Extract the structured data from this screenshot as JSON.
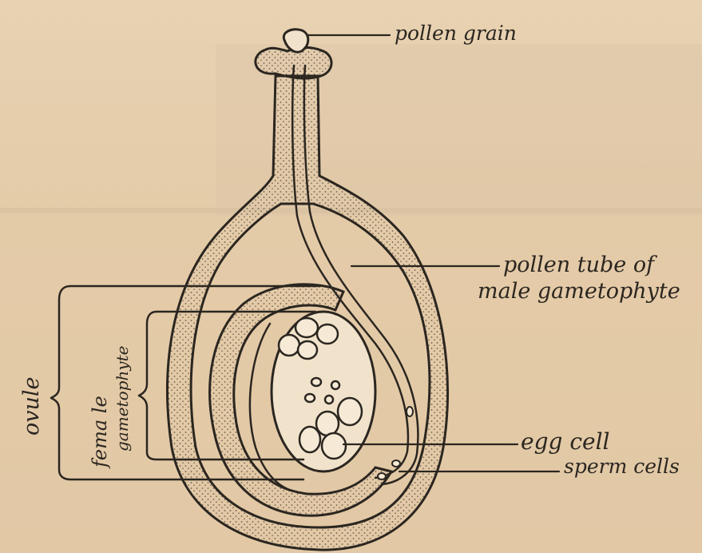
{
  "labels": {
    "pollen_grain": "pollen grain",
    "pollen_tube_line1": "pollen tube of",
    "pollen_tube_line2": "male gametophyte",
    "egg_cell": "egg cell",
    "sperm_cells": "sperm cells",
    "female_gametophyte_line1": "fema le",
    "female_gametophyte_line2": "gametophyte",
    "ovule": "ovule"
  },
  "colors": {
    "paper": "#e6cfae",
    "ink": "#2b2620",
    "stipple": "#6b5d4c"
  }
}
